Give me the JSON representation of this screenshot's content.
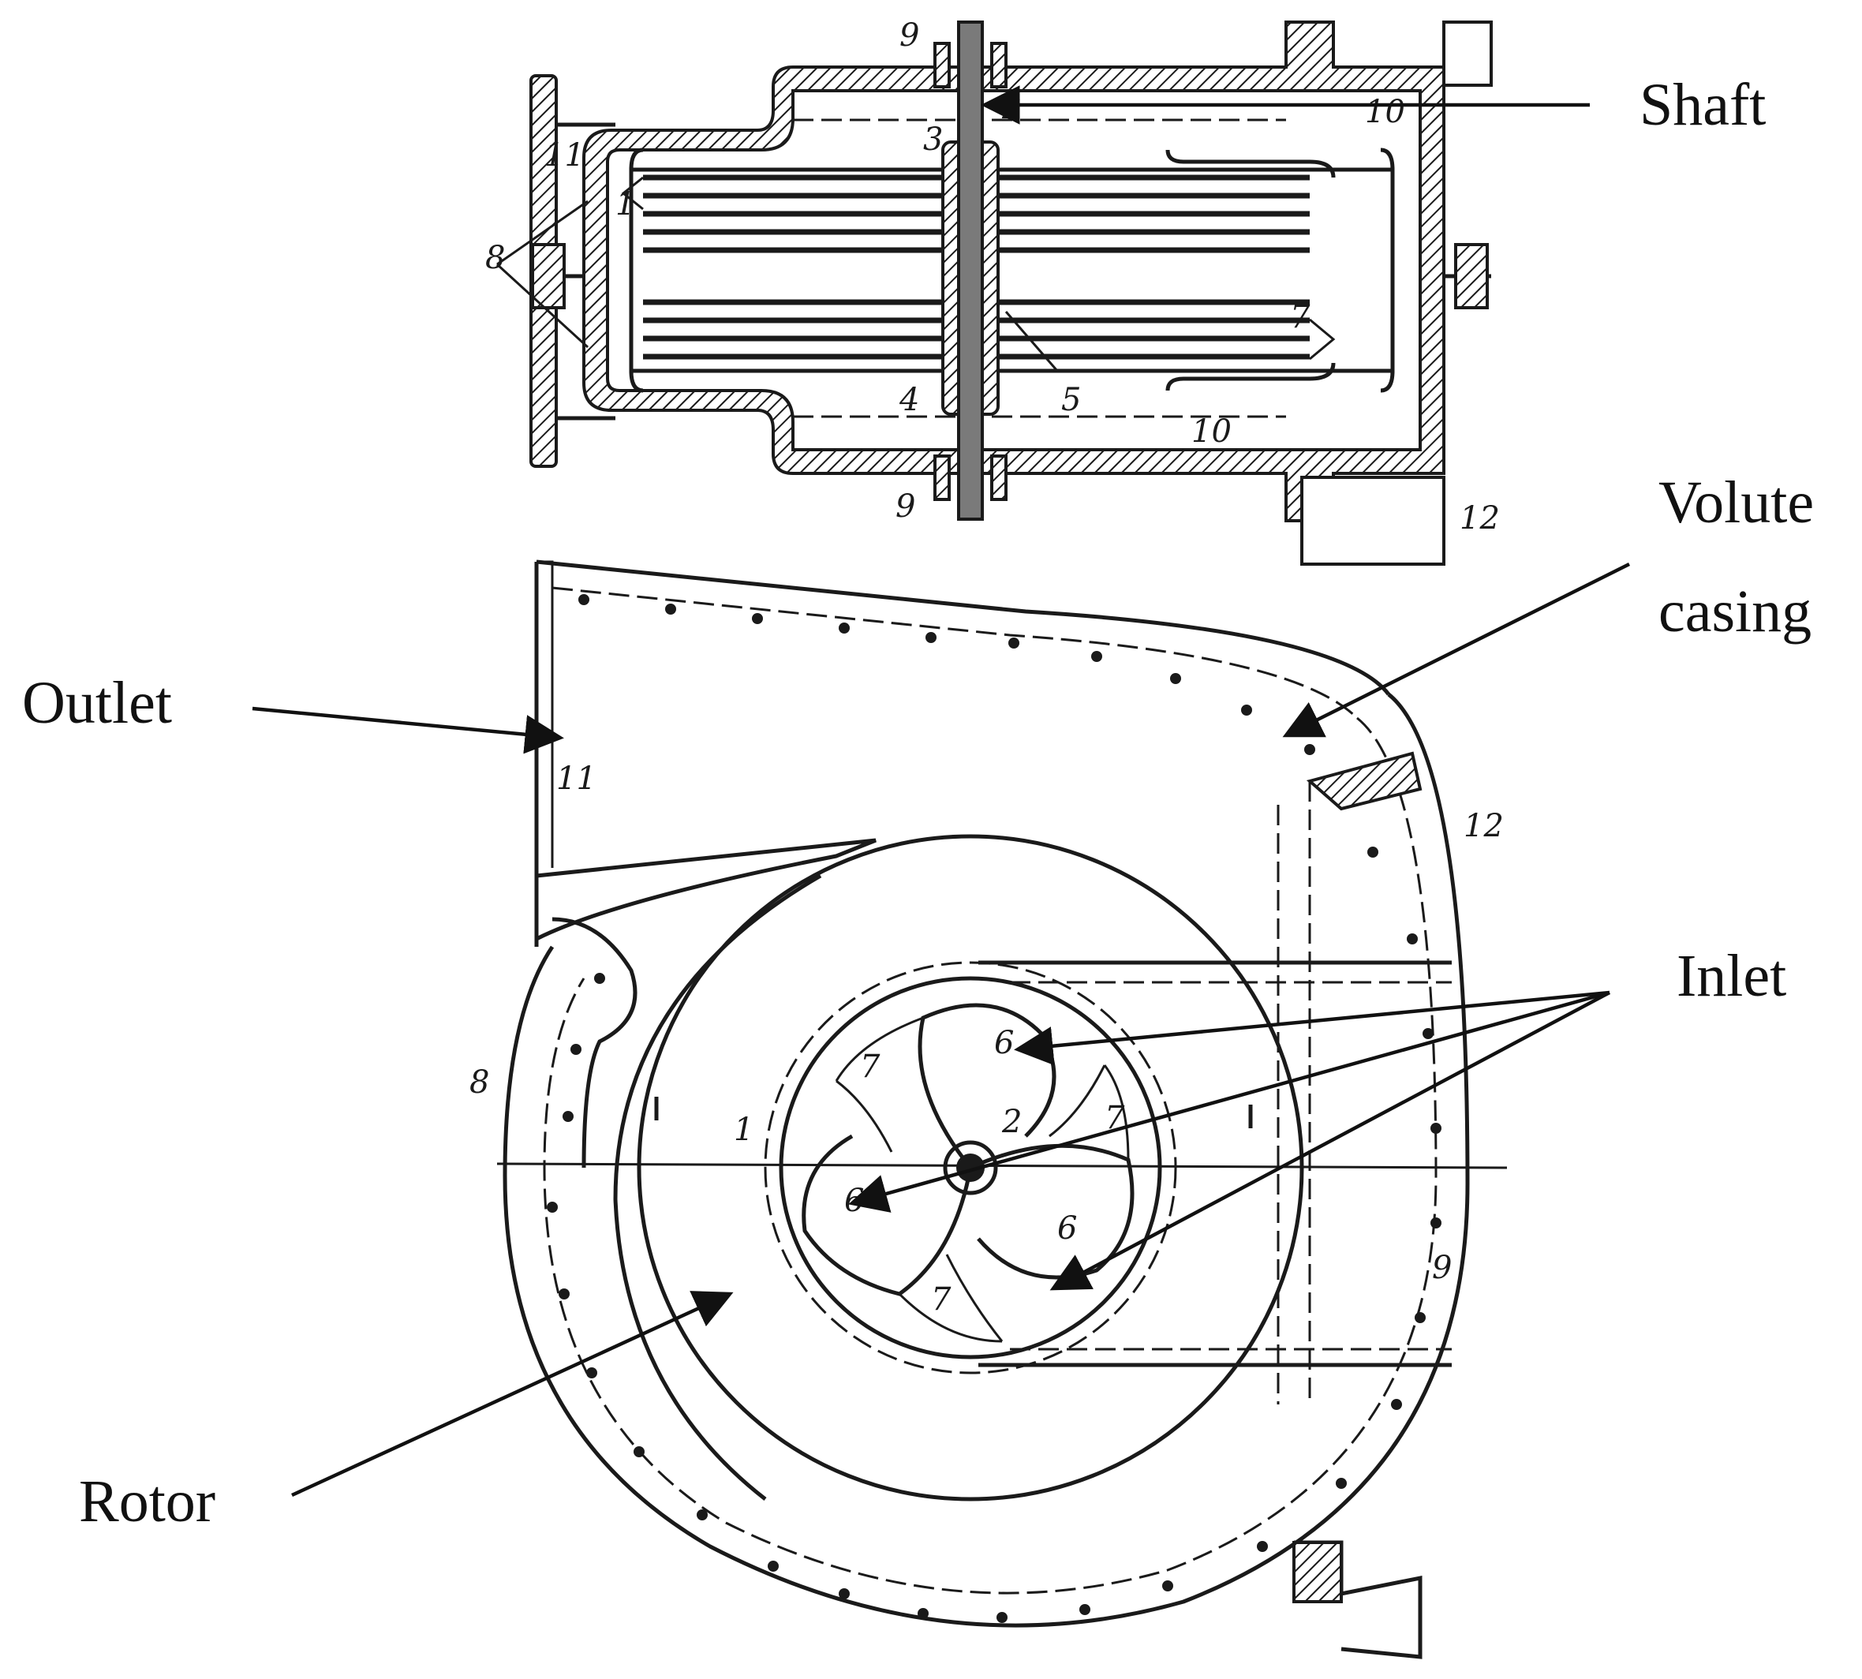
{
  "callouts": {
    "shaft": "Shaft",
    "volute_line1": "Volute",
    "volute_line2": "casing",
    "outlet": "Outlet",
    "inlet": "Inlet",
    "rotor": "Rotor"
  },
  "part_numbers": {
    "p1": "1",
    "p2": "2",
    "p3": "3",
    "p4": "4",
    "p5": "5",
    "p6": "6",
    "p7": "7",
    "p8": "8",
    "p9": "9",
    "p10": "10",
    "p11": "11",
    "p12": "12"
  },
  "colors": {
    "ink": "#1a1a1a",
    "background": "#ffffff"
  }
}
